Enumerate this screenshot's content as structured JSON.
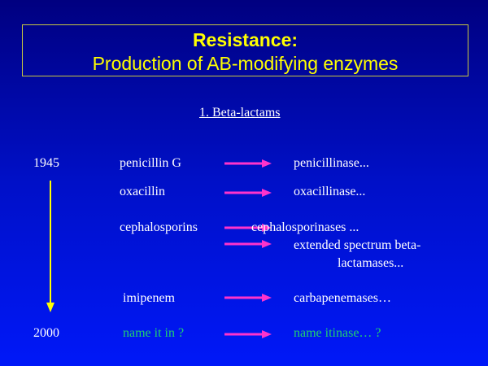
{
  "title": {
    "line1": "Resistance:",
    "line2": "Production of AB-modifying enzymes"
  },
  "subtitle": "1. Beta-lactams",
  "timeline": {
    "start": "1945",
    "end": "2000"
  },
  "rows": [
    {
      "antibiotic": "penicillin G",
      "enzyme": "penicillinase..."
    },
    {
      "antibiotic": "oxacillin",
      "enzyme": "oxacillinase..."
    },
    {
      "antibiotic": "cephalosporins",
      "enzyme": "cephalosporinases ..."
    },
    {
      "antibiotic": "",
      "enzyme": "extended spectrum beta-",
      "enzyme_cont": "lactamases..."
    },
    {
      "antibiotic": "imipenem",
      "enzyme": "carbapenemases…"
    },
    {
      "antibiotic": "name it in ?",
      "enzyme": "name itinase… ?"
    }
  ],
  "colors": {
    "arrow": "#ff33cc",
    "timeline": "#ffff00",
    "future": "#20d070",
    "title": "#ffff00"
  }
}
